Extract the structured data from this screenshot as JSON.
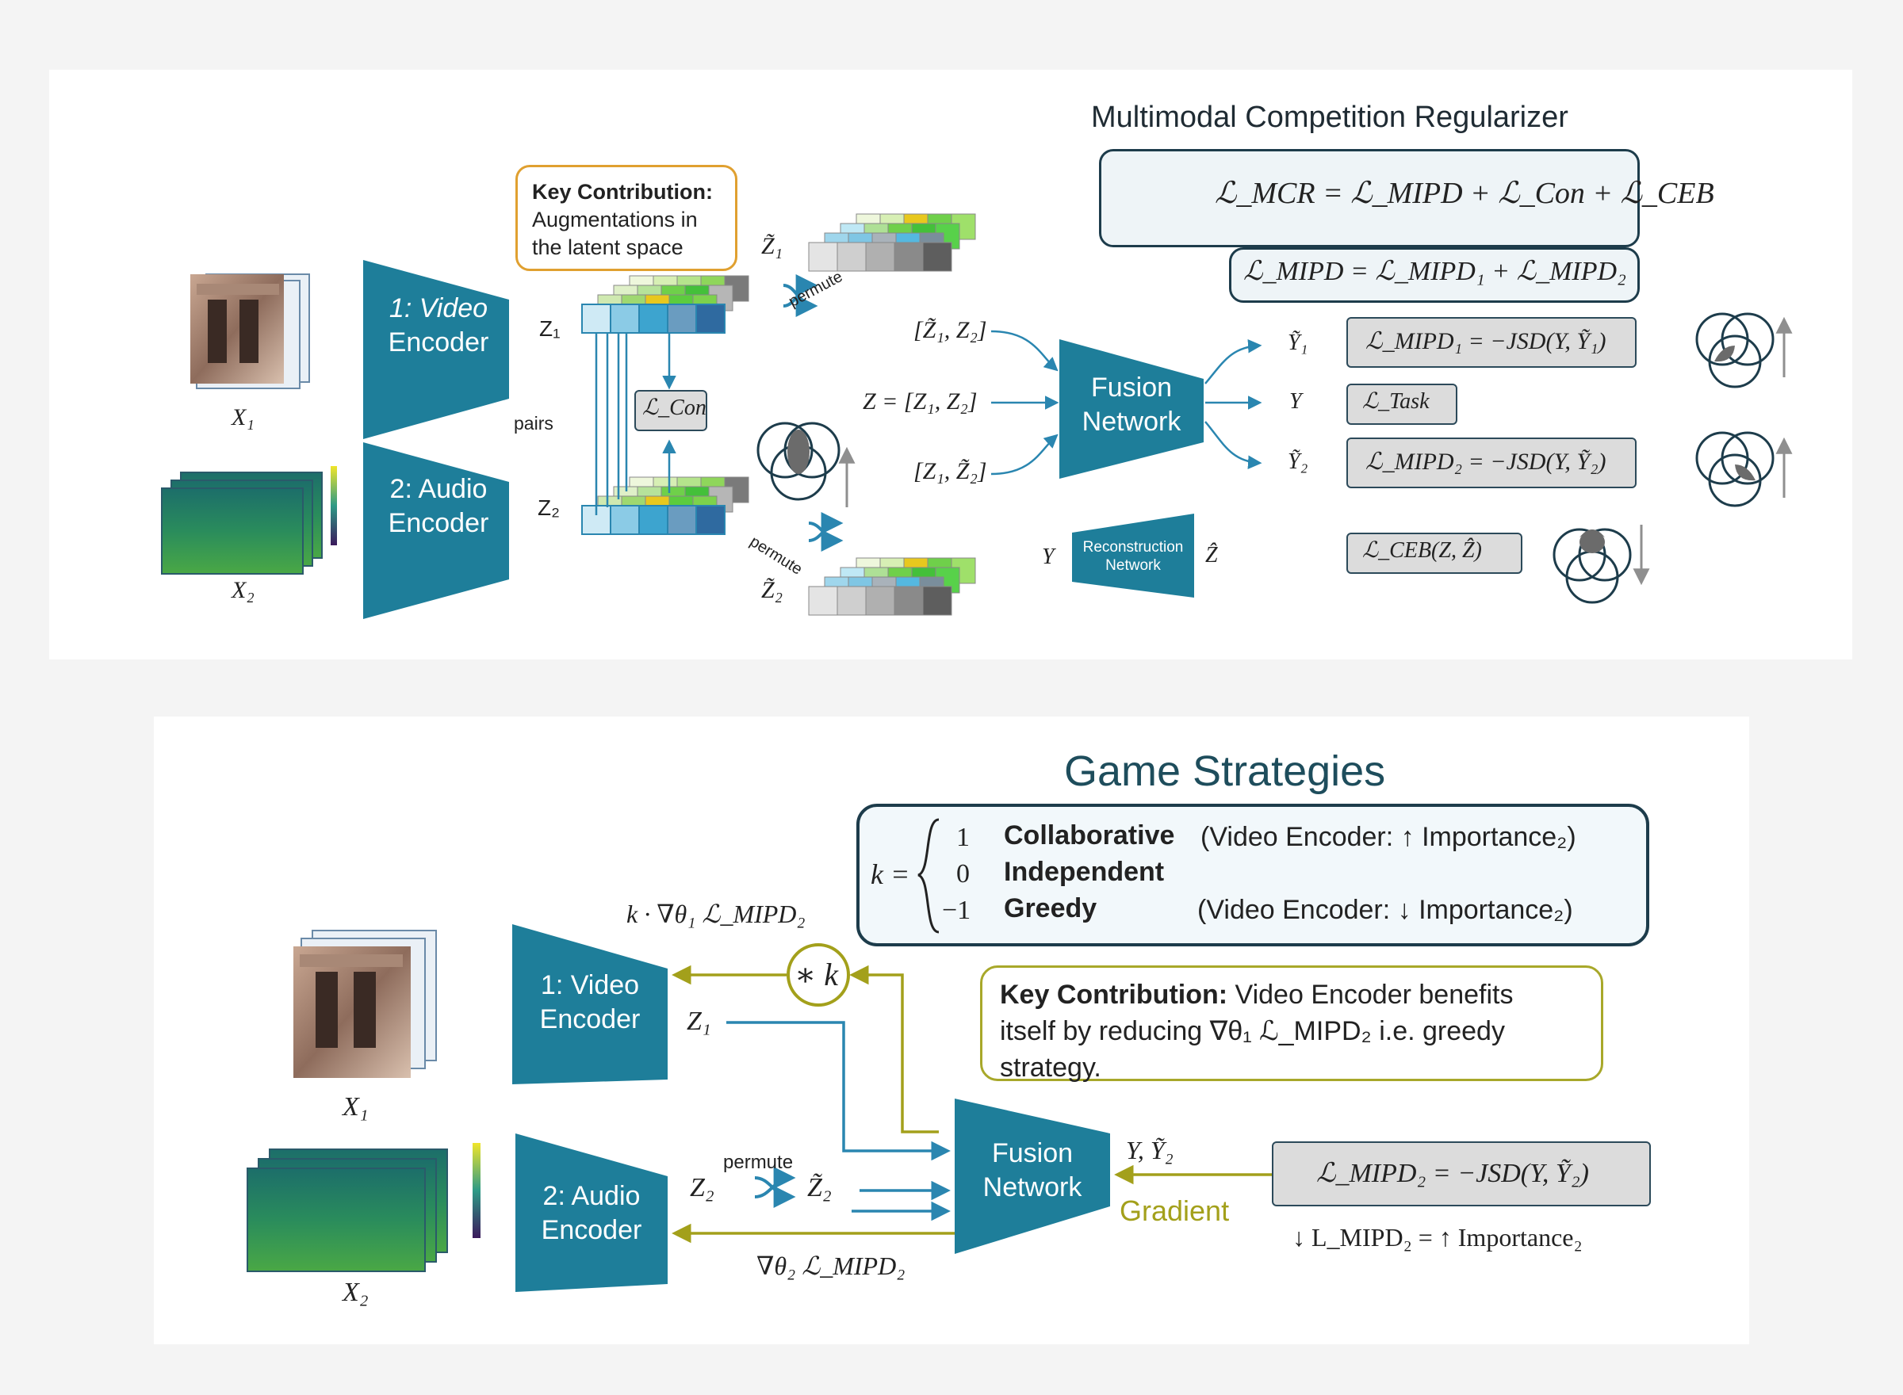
{
  "top": {
    "title": "Multimodal Competition Regularizer",
    "mcr_equation": "ℒ_MCR = ℒ_MIPD + ℒ_Con + ℒ_CEB",
    "mipd_equation": "ℒ_MIPD = ℒ_MIPD₁ + ℒ_MIPD₂",
    "key_contribution_heading": "Key Contribution:",
    "key_contribution_line1": "Augmentations in",
    "key_contribution_line2": "the latent space",
    "video_encoder_line1": "1: Video",
    "video_encoder_line2": "Encoder",
    "audio_encoder_line1": "2: Audio",
    "audio_encoder_line2": "Encoder",
    "x1": "X₁",
    "x2": "X₂",
    "z1": "Z₁",
    "z2": "Z₂",
    "z1_tilde": "Z̃₁",
    "z2_tilde": "Z̃₂",
    "pairs": "pairs",
    "permute": "permute",
    "loss_con": "ℒ_Con",
    "input_a": "[Z̃₁, Z₂]",
    "input_b": "Z = [Z₁, Z₂]",
    "input_c": "[Z₁, Z̃₂]",
    "fusion_line1": "Fusion",
    "fusion_line2": "Network",
    "out_y1": "Ỹ₁",
    "out_y": "Y",
    "out_y2": "Ỹ₂",
    "loss_mipd1": "ℒ_MIPD₁ = −JSD(Y, Ỹ₁)",
    "loss_task": "ℒ_Task",
    "loss_mipd2": "ℒ_MIPD₂ = −JSD(Y, Ỹ₂)",
    "loss_ceb": "ℒ_CEB(Z, Ẑ)",
    "recon_in": "Y",
    "recon_line1": "Reconstruction",
    "recon_line2": "Network",
    "recon_out": "Ẑ"
  },
  "bottom": {
    "title": "Game Strategies",
    "k_eq": "k =",
    "strategies": [
      {
        "value": "1",
        "name": "Collaborative",
        "note": "(Video Encoder: ↑ Importance₂)"
      },
      {
        "value": "0",
        "name": "Independent",
        "note": ""
      },
      {
        "value": "−1",
        "name": "Greedy",
        "note": "(Video Encoder: ↓ Importance₂)"
      }
    ],
    "grad_video": "k · ∇θ₁ ℒ_MIPD₂",
    "mult_k": "∗ k",
    "video_encoder_line1": "1: Video",
    "video_encoder_line2": "Encoder",
    "audio_encoder_line1": "2: Audio",
    "audio_encoder_line2": "Encoder",
    "z1": "Z₁",
    "z2": "Z₂",
    "z2_tilde": "Z̃₂",
    "permute": "permute",
    "x1": "X₁",
    "x2": "X₂",
    "fusion_line1": "Fusion",
    "fusion_line2": "Network",
    "outputs": "Y, Ỹ₂",
    "loss": "ℒ_MIPD₂ = −JSD(Y, Ỹ₂)",
    "gradient": "Gradient",
    "importance": "↓ L_MIPD₂ = ↑ Importance₂",
    "grad_audio": "∇θ₂ ℒ_MIPD₂",
    "key_contribution_heading": "Key Contribution:",
    "key_contribution_rest1": " Video Encoder benefits",
    "key_contribution_rest2": "itself by reducing ∇θ₁ ℒ_MIPD₂ i.e. greedy",
    "key_contribution_rest3": "strategy."
  },
  "colors": {
    "encoder": "#1e7e9a",
    "arrow_blue": "#2a86b0",
    "arrow_gold": "#a3a01b",
    "venn_shade": "#6b6b6b",
    "dark_border": "#1d3c4b"
  },
  "icons": [
    "venn-diagram-icon",
    "up-arrow-icon",
    "down-arrow-icon",
    "shuffle-icon",
    "photo-stack-icon",
    "spectrogram-stack-icon"
  ]
}
